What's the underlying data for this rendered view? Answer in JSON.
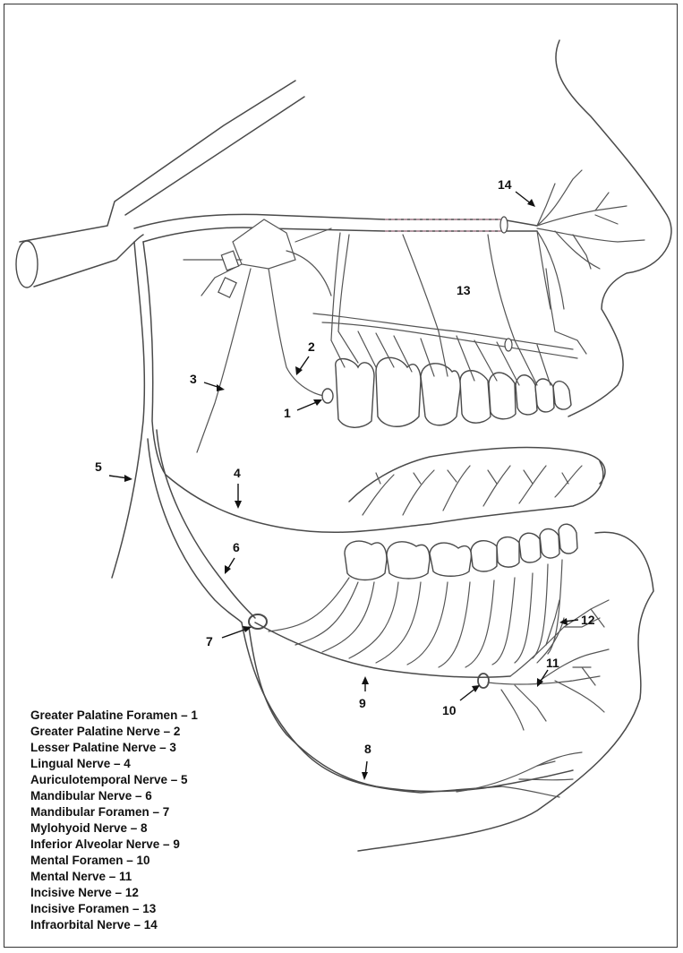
{
  "labels": {
    "l1": "1",
    "l2": "2",
    "l3": "3",
    "l4": "4",
    "l5": "5",
    "l6": "6",
    "l7": "7",
    "l8": "8",
    "l9": "9",
    "l10": "10",
    "l11": "11",
    "l12": "12",
    "l13": "13",
    "l14": "14"
  },
  "legend": [
    "Greater Palatine Foramen – 1",
    "Greater Palatine Nerve – 2",
    "Lesser Palatine Nerve – 3",
    "Lingual Nerve –  4",
    "Auriculotemporal Nerve – 5",
    "Mandibular Nerve – 6",
    "Mandibular Foramen –  7",
    "Mylohyoid Nerve – 8",
    "Inferior Alveolar Nerve – 9",
    "Mental Foramen – 10",
    "Mental Nerve – 11",
    "Incisive Nerve – 12",
    "Incisive Foramen –  13",
    "Infraorbital Nerve – 14"
  ]
}
